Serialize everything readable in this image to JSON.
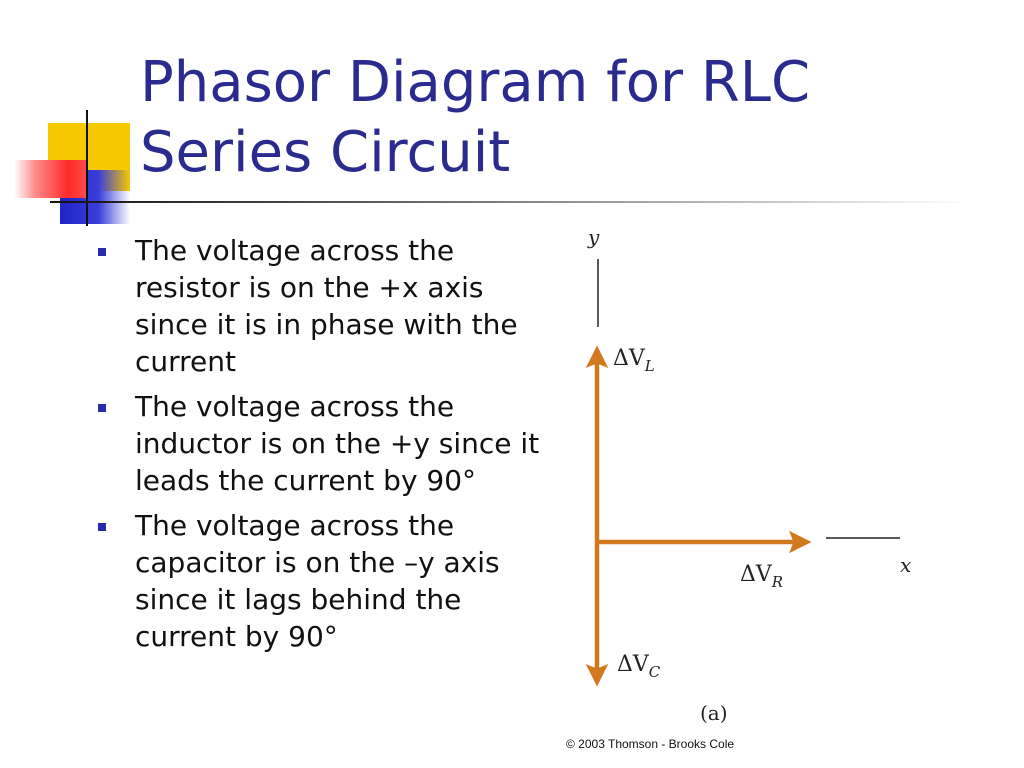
{
  "slide": {
    "title_line1": "Phasor Diagram for RLC",
    "title_line2": "Series Circuit",
    "bullets": [
      "The voltage across the resistor is on the +x axis since it is in phase with the current",
      "The voltage across the inductor is on the +y since it leads the current by 90°",
      "The voltage across the capacitor is on the –y axis since it lags behind the current by 90°"
    ],
    "credit": "© 2003 Thomson - Brooks Cole"
  },
  "diagram": {
    "axis_y_label": "y",
    "axis_x_label": "x",
    "phasor_L": {
      "prefix": "ΔV",
      "sub": "L"
    },
    "phasor_R": {
      "prefix": "ΔV",
      "sub": "R"
    },
    "phasor_C": {
      "prefix": "ΔV",
      "sub": "C"
    },
    "panel_label": "(a)",
    "arrow_color": "#d0791f",
    "title_color": "#2b2b8f",
    "bullet_color": "#2b2bb0"
  }
}
